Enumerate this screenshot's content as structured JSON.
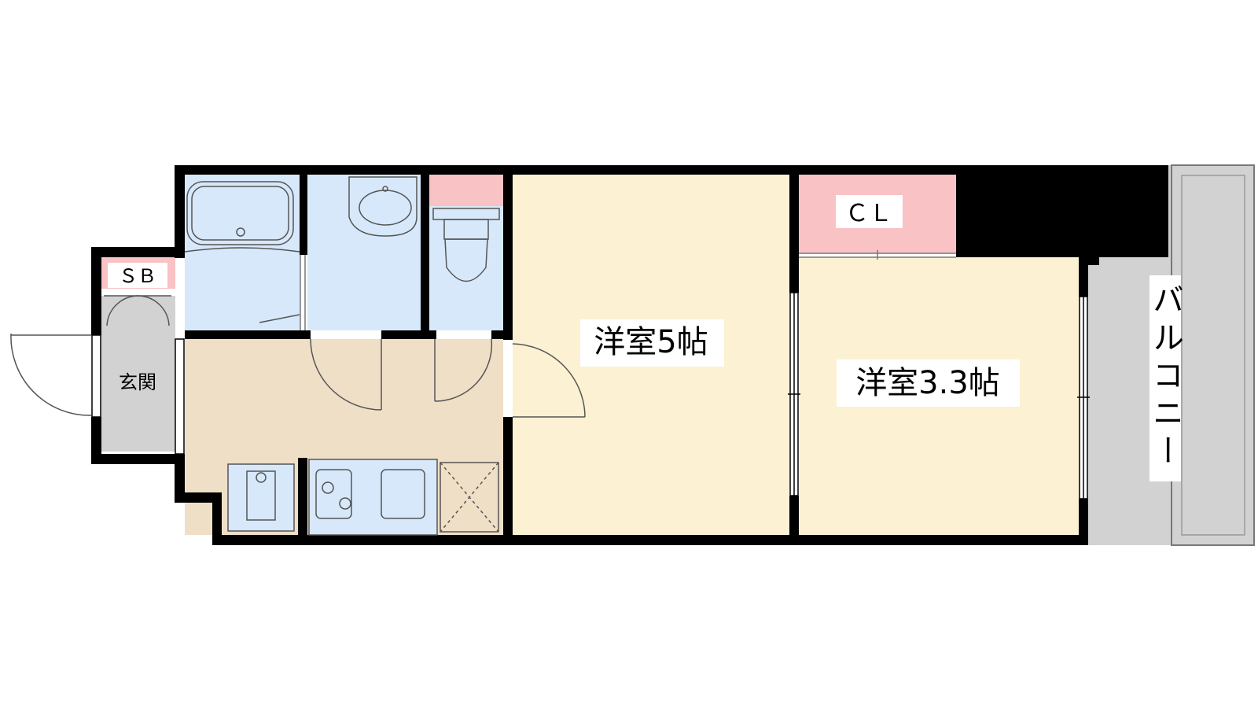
{
  "rooms": {
    "western_room_1": {
      "label": "洋室5帖",
      "color": "#fdf1d4"
    },
    "western_room_2": {
      "label": "洋室3.3帖",
      "color": "#fdf1d4"
    },
    "closet": {
      "label": "ＣＬ",
      "color": "#f9c2c4"
    },
    "shoe_box": {
      "label": "ＳＢ",
      "color": "#f9c2c4"
    },
    "entrance": {
      "label": "玄関",
      "color": "#d2d2d2"
    },
    "balcony": {
      "label": "バルコニー",
      "color": "#d2d2d2"
    },
    "bathroom": {
      "color": "#d7e8fb"
    },
    "washroom": {
      "color": "#d7e8fb"
    },
    "toilet": {
      "color": "#d7e8fb"
    },
    "kitchen": {
      "color": "#efdfc7"
    }
  },
  "colors": {
    "wall": "#000000",
    "fixture_line": "#555555"
  }
}
